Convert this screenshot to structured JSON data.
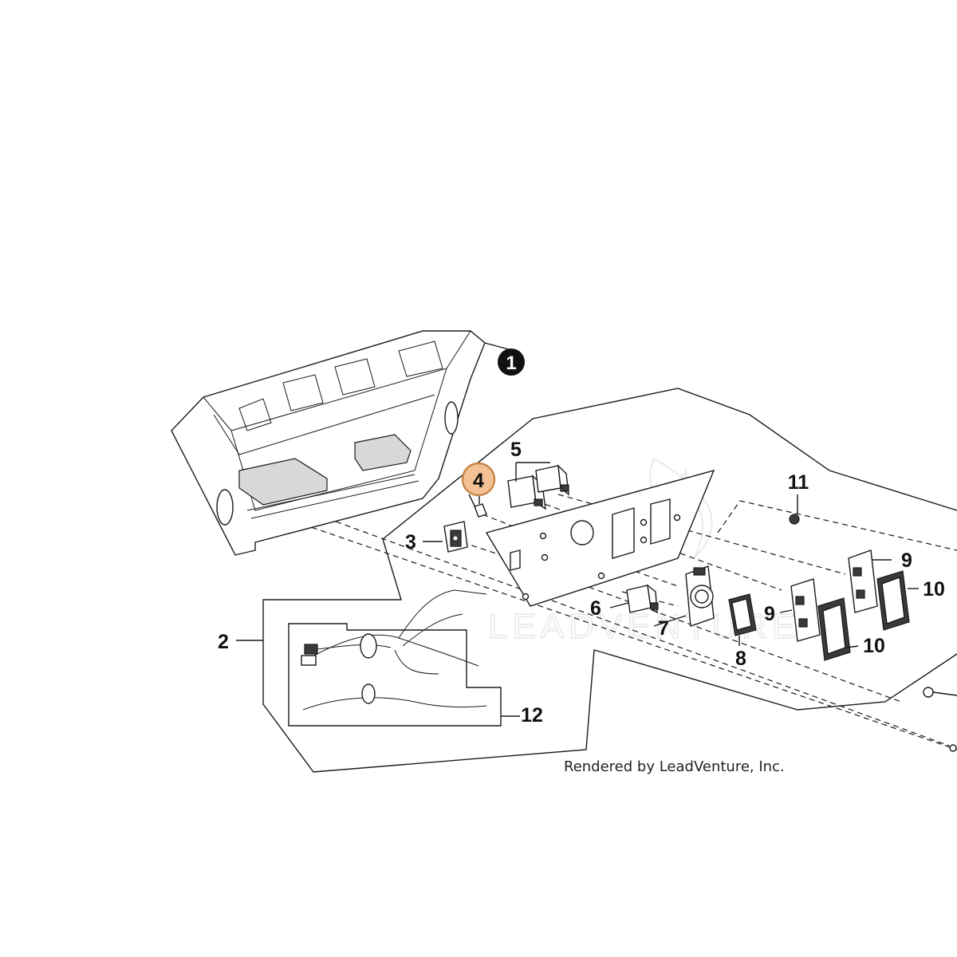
{
  "callouts": [
    {
      "id": "1",
      "text": "1",
      "style": "filled"
    },
    {
      "id": "2",
      "text": "2"
    },
    {
      "id": "3",
      "text": "3"
    },
    {
      "id": "4",
      "text": "4",
      "style": "highlight"
    },
    {
      "id": "5",
      "text": "5"
    },
    {
      "id": "6",
      "text": "6"
    },
    {
      "id": "7",
      "text": "7"
    },
    {
      "id": "8",
      "text": "8"
    },
    {
      "id": "9a",
      "text": "9"
    },
    {
      "id": "9b",
      "text": "9"
    },
    {
      "id": "10a",
      "text": "10"
    },
    {
      "id": "10b",
      "text": "10"
    },
    {
      "id": "11",
      "text": "11"
    },
    {
      "id": "12",
      "text": "12"
    }
  ],
  "credit": "Rendered by LeadVenture, Inc.",
  "watermark": "LEADVENTURE",
  "colors": {
    "line": "#1a1a1a",
    "highlight_fill": "#f3c193",
    "highlight_stroke": "#c8874a",
    "filled_badge": "#111111"
  }
}
